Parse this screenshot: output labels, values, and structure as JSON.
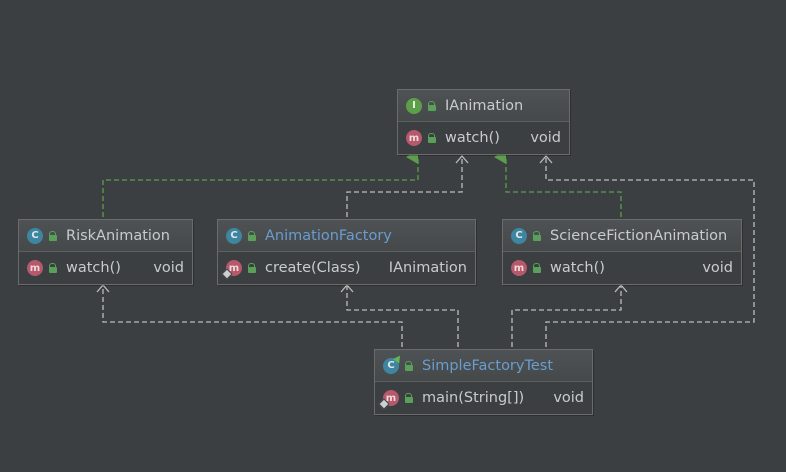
{
  "diagram": {
    "nodes": [
      {
        "id": "ianimation",
        "name": "IAnimation",
        "kind": "I",
        "members": [
          {
            "kind": "m",
            "name": "watch()",
            "type": "void"
          }
        ]
      },
      {
        "id": "risk",
        "name": "RiskAnimation",
        "kind": "C",
        "members": [
          {
            "kind": "m",
            "name": "watch()",
            "type": "void"
          }
        ]
      },
      {
        "id": "factory",
        "name": "AnimationFactory",
        "kind": "C",
        "members": [
          {
            "kind": "m",
            "name": "create(Class)",
            "type": "IAnimation"
          }
        ]
      },
      {
        "id": "scifi",
        "name": "ScienceFictionAnimation",
        "kind": "C",
        "members": [
          {
            "kind": "m",
            "name": "watch()",
            "type": "void"
          }
        ]
      },
      {
        "id": "test",
        "name": "SimpleFactoryTest",
        "kind": "C",
        "members": [
          {
            "kind": "m",
            "name": "main(String[])",
            "type": "void"
          }
        ]
      }
    ],
    "edges": [
      {
        "from": "risk",
        "to": "ianimation",
        "relation": "implements"
      },
      {
        "from": "scifi",
        "to": "ianimation",
        "relation": "implements"
      },
      {
        "from": "factory",
        "to": "ianimation",
        "relation": "dependency"
      },
      {
        "from": "test",
        "to": "ianimation",
        "relation": "dependency"
      },
      {
        "from": "test",
        "to": "risk",
        "relation": "dependency"
      },
      {
        "from": "test",
        "to": "factory",
        "relation": "dependency"
      },
      {
        "from": "test",
        "to": "scifi",
        "relation": "dependency"
      }
    ],
    "colors": {
      "background": "#3c3f41",
      "implements": "#5c9e4c",
      "dependency": "#bcbcbc",
      "class_icon": "#3e86a0",
      "interface_icon": "#5e9e4b",
      "method_icon": "#b5596b",
      "link_text": "#6b9ccf"
    }
  }
}
